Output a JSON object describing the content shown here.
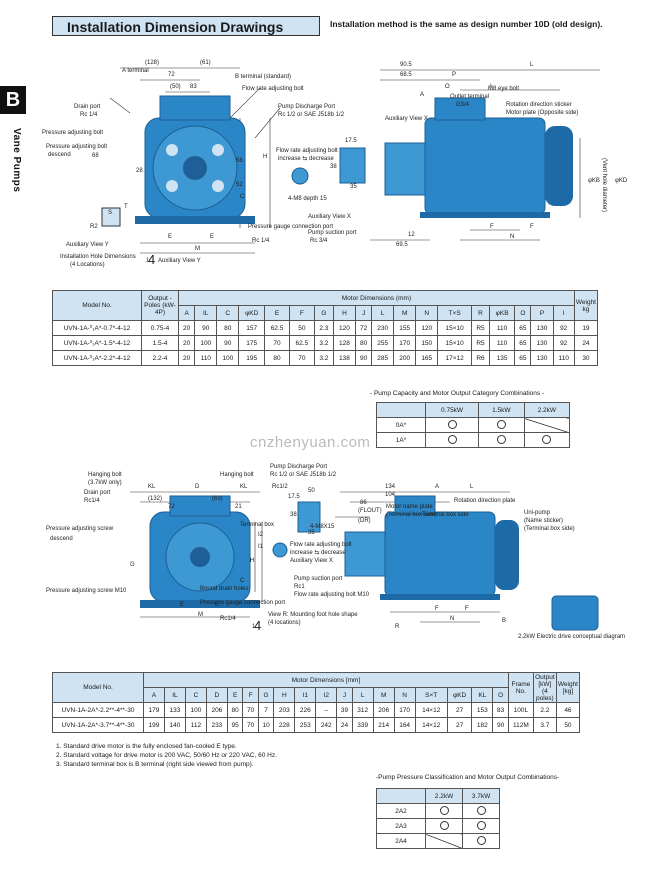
{
  "sidebar": {
    "letter": "B",
    "section": "Vane Pumps"
  },
  "header": {
    "title": "Installation Dimension Drawings",
    "note": "Installation method is the same as design number 10D (old design)."
  },
  "watermark": "cnzhenyuan.com",
  "drawing1": {
    "dims": {
      "d128": "(128)",
      "d61": "(61)",
      "d72": "72",
      "d83": "83",
      "d50": "(50)",
      "d28": "28",
      "dR": "R",
      "d90_5": "90.5",
      "d68_5": "68.5",
      "dP": "P",
      "dL": "L",
      "dE": "E",
      "dC": "C",
      "dF": "F",
      "dN": "N",
      "dH": "H",
      "d17_5": "17.5",
      "d38": "38",
      "d35": "35",
      "d52": "52",
      "d56": "56",
      "d69_5": "69.5",
      "d12": "12",
      "dA": "A",
      "dO": "O",
      "dI": "I",
      "dG": "G",
      "dM": "M",
      "dIL": "IL",
      "dT": "T",
      "dS": "S",
      "dR2": "R2",
      "d68": "68",
      "dKD": "φKD",
      "dKB": "φKB",
      "d1": "1",
      "d4": "4"
    },
    "labels": {
      "a_terminal": "A terminal",
      "b_terminal": "B terminal (standard)",
      "flow_bolt": "Flow rate adjusting bolt",
      "drain_port": "Drain port",
      "drain_rc": "Rc 1/4",
      "pressure_bolt": "Pressure adjusting bolt",
      "pressure_bolt2": "Pressure adjusting bolt",
      "descend": "descend",
      "increase": "increase",
      "discharge": "Pump Discharge Port",
      "discharge_rc": "Rc 1/2 or SAE J518b 1/2",
      "aux_view_x": "Auxiliary View X",
      "aux_view_x2": "Auxiliary View X",
      "m8_eye": "M8 eye bolt",
      "outlet_terminal": "Outlet terminal",
      "g34": "G3/4",
      "rotation_sticker": "Rotation direction sticker",
      "motor_plate": "Motor plate (Opposite side)",
      "flow_bolt2": "Flow rate adjusting bolt",
      "increase_decrease": "increase ⇆ decrease",
      "m8_depth": "4-M8 depth 15",
      "suction": "Pump suction port",
      "suction_rc": "Rc 3/4",
      "gauge": "Pressure gauge connection port",
      "gauge_rc": "Rc 1/4",
      "aux_view_y": "Auxiliary View Y",
      "install_holes": "Installation Hole Dimensions",
      "install_holes2": "(4 Locations)",
      "aux_view_y2": "Auxiliary View Y",
      "vent_dia": "(Vent hole diameter)"
    }
  },
  "table1": {
    "headers": {
      "model": "Model No.",
      "output": "Output - Poles (kW-4P)",
      "motor_dims": "Motor Dimensions (mm)",
      "weight": "Weight kg"
    },
    "cols": [
      "A",
      "IL",
      "C",
      "φKD",
      "E",
      "F",
      "G",
      "H",
      "J",
      "L",
      "M",
      "N",
      "T×S",
      "R",
      "φKB",
      "O",
      "P",
      "I"
    ],
    "rows": [
      {
        "model": "UVN-1A-⁰₁A*-0.7*-4-12",
        "output": "0.75-4",
        "vals": [
          "20",
          "90",
          "80",
          "157",
          "62.5",
          "50",
          "2.3",
          "120",
          "72",
          "230",
          "155",
          "120",
          "15×10",
          "R5",
          "110",
          "65",
          "130",
          "92"
        ],
        "weight": "19"
      },
      {
        "model": "UVN-1A-⁰₁A*-1.5*-4-12",
        "output": "1.5-4",
        "vals": [
          "20",
          "100",
          "90",
          "175",
          "70",
          "62.5",
          "3.2",
          "128",
          "80",
          "255",
          "170",
          "150",
          "15×10",
          "R5",
          "110",
          "65",
          "130",
          "92"
        ],
        "weight": "24"
      },
      {
        "model": "UVN-1A-⁰₁A*-2.2*-4-12",
        "output": "2.2-4",
        "vals": [
          "20",
          "110",
          "100",
          "195",
          "80",
          "70",
          "3.2",
          "138",
          "90",
          "285",
          "200",
          "165",
          "17×12",
          "R6",
          "135",
          "65",
          "130",
          "110"
        ],
        "weight": "30"
      }
    ]
  },
  "combo1": {
    "title": "- Pump Capacity and Motor Output Category Combinations -",
    "cols": [
      "0.75kW",
      "1.5kW",
      "2.2kW"
    ],
    "rows": [
      {
        "label": "0A*",
        "cells": [
          "circle",
          "circle",
          "diag"
        ]
      },
      {
        "label": "1A*",
        "cells": [
          "circle",
          "circle",
          "circle"
        ]
      }
    ]
  },
  "drawing2": {
    "dims": {
      "dKL": "KL",
      "dD": "D",
      "dKL2": "KL",
      "d132": "(132)",
      "d63": "(63)",
      "d21": "21",
      "d72": "72",
      "d50": "50",
      "d17_5": "17.5",
      "d38": "38",
      "d35": "35",
      "d134": "134",
      "d104": "104",
      "d86": "86",
      "dFL": "(FLOUT)",
      "dDR": "(DR)",
      "dA": "A",
      "dL": "L",
      "dR": "R",
      "dE": "E",
      "dC": "C",
      "dF": "F",
      "dN": "N",
      "dH": "H",
      "dG": "G",
      "dM": "M",
      "dS": "S",
      "dI": "I",
      "dI1": "I1",
      "dI2": "I2",
      "dB": "B",
      "d1": "1",
      "d4": "4"
    },
    "labels": {
      "hanging": "Hanging bolt",
      "hanging2": "(3.7kW only)",
      "hanging3": "Hanging bolt",
      "drain": "Drain port",
      "drain_rc": "Rc1/4",
      "pressure": "Pressure adjusting screw",
      "descend": "descend",
      "increase": "increase",
      "pressure_m10": "Pressure adjusting screw  M10",
      "discharge": "Pump Discharge Port",
      "discharge_rc": "Rc 1/2 or SAE J518b 1/2",
      "rc12": "Rc1/2",
      "flow_bolt": "Flow rate adjusting bolt",
      "increase_decrease": "increase ⇆ decrease",
      "aux_x": "Auxiliary View X",
      "m8": "4-M8X15",
      "suction": "Pump suction port",
      "suction_rc": "Rc1",
      "flow_m10": "Flow rate adjusting bolt  M10",
      "bound": "Bound drain holes",
      "gauge": "Pressure gauge connection port",
      "gauge_rc": "Rc1/4",
      "view_r": "View R: Mounting foot hole shape",
      "view_r2": "(4 locations)",
      "motor_plate": "Motor name plate",
      "terminal": "(Terminal box side)",
      "rotation": "Rotation direction plate",
      "terminal2": "Terminal box side",
      "uni_pump": "Uni-pump",
      "name_sticker": "(Name sticker)",
      "terminal3": "(Terminal box side)",
      "conceptual": "2.2kW Electric drive conceptual diagram",
      "terminal_box": "Terminal box"
    }
  },
  "table2": {
    "headers": {
      "model": "Model No.",
      "motor_dims": "Motor Dimensions [mm]",
      "frame": "Frame No.",
      "output": "Output [kW] (4 poles)",
      "weight": "Weight [kg]"
    },
    "cols": [
      "A",
      "IL",
      "C",
      "D",
      "E",
      "F",
      "G",
      "H",
      "I1",
      "I2",
      "J",
      "L",
      "M",
      "N",
      "S×T",
      "φKD",
      "KL",
      "O"
    ],
    "rows": [
      {
        "model": "UVN-1A-2A*-2.2**-4**-30",
        "vals": [
          "179",
          "133",
          "100",
          "206",
          "80",
          "70",
          "7",
          "203",
          "226",
          "–",
          "39",
          "312",
          "206",
          "170",
          "14×12",
          "27",
          "153",
          "83"
        ],
        "frame": "100L",
        "output": "2.2",
        "weight": "46"
      },
      {
        "model": "UVN-1A-2A*-3.7**-4**-30",
        "vals": [
          "199",
          "140",
          "112",
          "233",
          "95",
          "70",
          "10",
          "228",
          "253",
          "242",
          "24",
          "339",
          "214",
          "164",
          "14×12",
          "27",
          "182",
          "90"
        ],
        "frame": "112M",
        "output": "3.7",
        "weight": "50"
      }
    ]
  },
  "notes": [
    "1. Standard drive motor is the fully enclosed fan-cooled E type.",
    "2. Standard voltage for drive motor is 200 VAC, 50/60 Hz or 220 VAC, 60 Hz.",
    "3. Standard terminal box is B terminal (right side viewed from pump)."
  ],
  "combo2": {
    "title": "-Pump Pressure Classification and Motor Output Combinations-",
    "cols": [
      "2.2kW",
      "3.7kW"
    ],
    "rows": [
      {
        "label": "2A2",
        "cells": [
          "circle",
          "circle"
        ]
      },
      {
        "label": "2A3",
        "cells": [
          "circle",
          "circle"
        ]
      },
      {
        "label": "2A4",
        "cells": [
          "diag",
          "circle"
        ]
      }
    ]
  },
  "colors": {
    "accent": "#cfe3f3",
    "motor": "#2b86c7"
  }
}
